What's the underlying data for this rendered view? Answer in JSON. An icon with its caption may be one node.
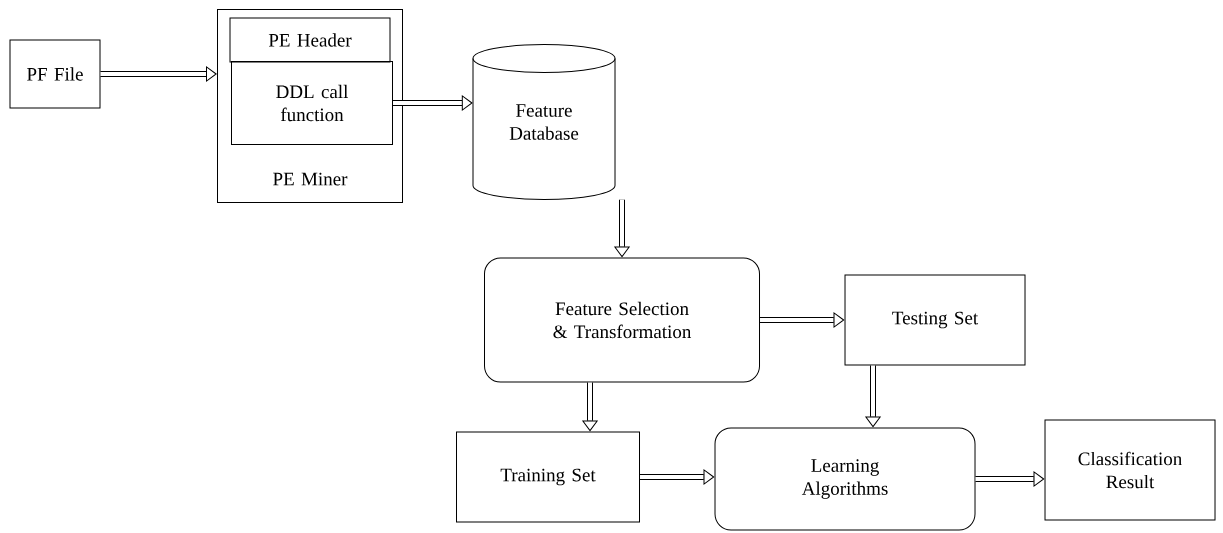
{
  "diagram": {
    "nodes": [
      {
        "text": [
          "PF File"
        ]
      },
      {
        "text": [
          "PE Miner"
        ]
      },
      {
        "text": [
          "PE Header"
        ],
        "in": 1
      },
      {
        "text": [
          "DDL call function"
        ],
        "in": 1
      },
      {
        "text": [
          "Feature Database"
        ]
      },
      {
        "text": [
          "Feature Selection & Transformation"
        ]
      },
      {
        "text": [
          "Testing Set"
        ]
      },
      {
        "text": [
          "Training Set"
        ]
      },
      {
        "text": [
          "Learning Algorithms"
        ]
      },
      {
        "text": [
          "Classification Result"
        ]
      }
    ],
    "edges": [
      {
        "from": 0,
        "to": 1,
        "arrow": "to"
      },
      {
        "from": 3,
        "to": 4,
        "arrow": "to"
      },
      {
        "from": 4,
        "to": 5,
        "arrow": "to"
      },
      {
        "from": 5,
        "to": 6,
        "arrow": "to"
      },
      {
        "from": 5,
        "to": 7,
        "arrow": "to"
      },
      {
        "from": 6,
        "to": 8,
        "arrow": "to"
      },
      {
        "from": 7,
        "to": 8,
        "arrow": "to"
      },
      {
        "from": 8,
        "to": 9,
        "arrow": "to"
      }
    ]
  }
}
